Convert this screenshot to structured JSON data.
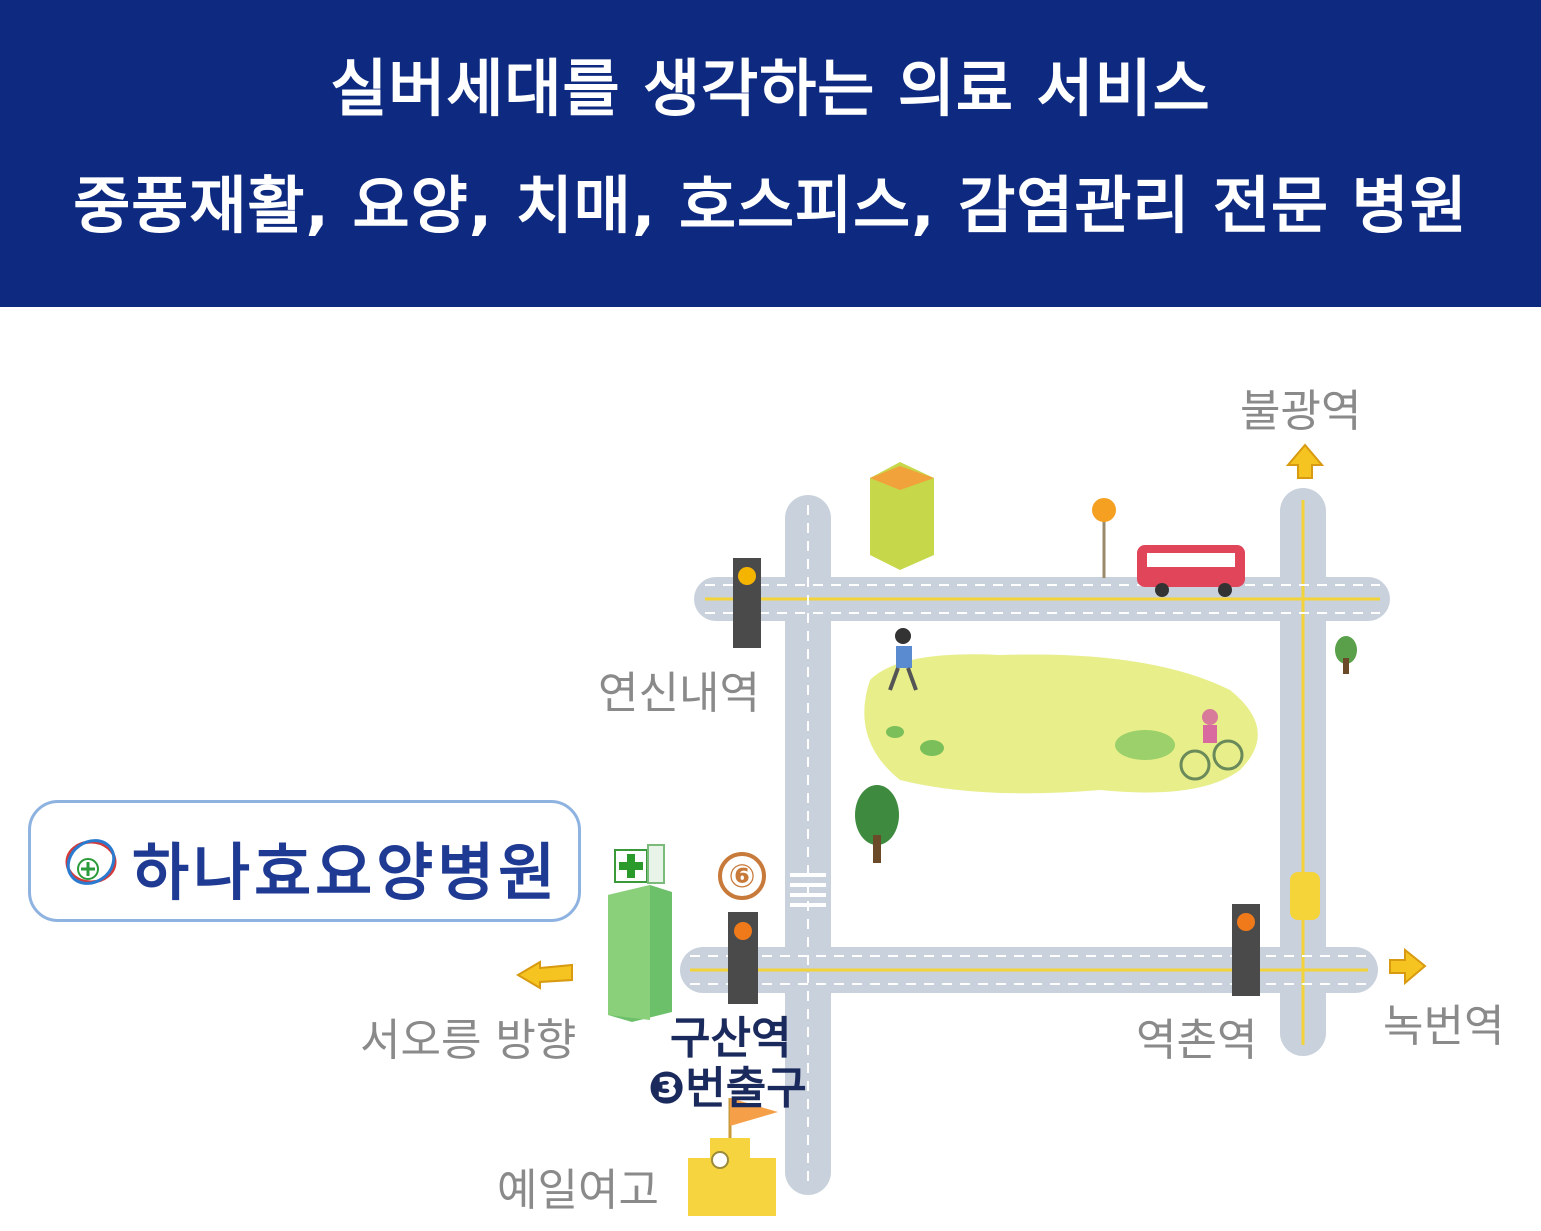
{
  "banner": {
    "line1": "실버세대를 생각하는 의료 서비스",
    "line2": "중풍재활, 요양, 치매, 호스피스, 감염관리 전문 병원"
  },
  "map": {
    "hospital_name": "하나효요양병원",
    "exit_number": "⑥",
    "stations": {
      "bulgwang": "불광역",
      "yeonsinnae": "연신내역",
      "yeokchon": "역촌역",
      "nokbeon": "녹번역",
      "gusan": "구산역",
      "gusan_exit": "❸번출구"
    },
    "landmarks": {
      "seooreung": "서오릉 방향",
      "yeil": "예일여고"
    },
    "colors": {
      "road": "#c9d1dc",
      "road_center": "#f2d43a",
      "park": "#e7ee8a",
      "banner": "#0d2a80",
      "arrow": "#f5c420"
    },
    "icons": [
      "hospital-logo-icon",
      "arrow-up-icon",
      "arrow-right-icon",
      "arrow-left-icon",
      "bus-icon",
      "hospital-building-icon",
      "school-icon"
    ]
  }
}
